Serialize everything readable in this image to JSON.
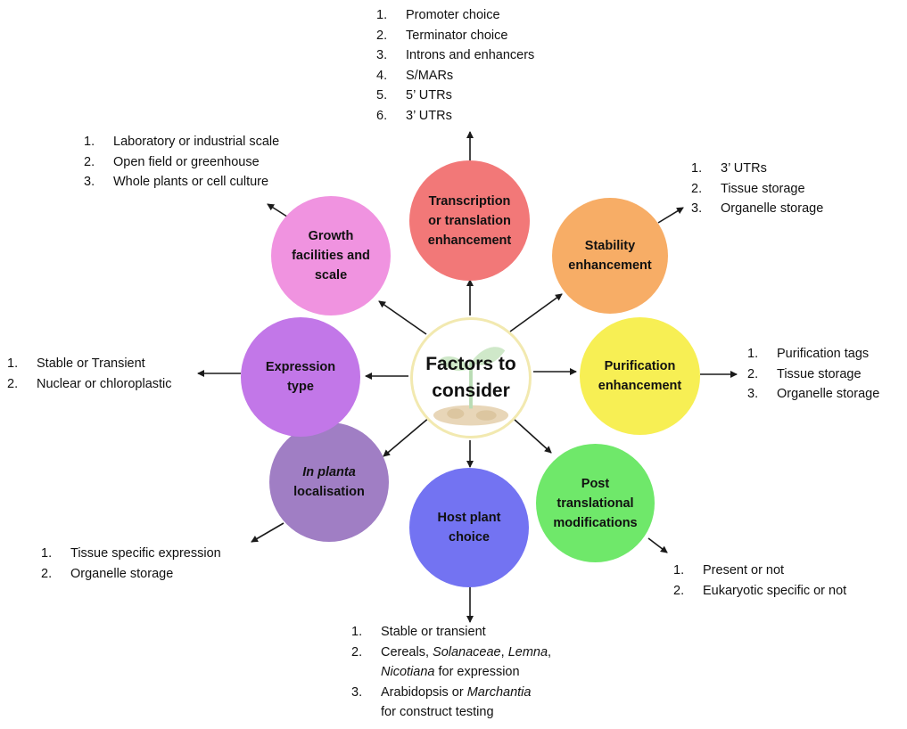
{
  "center": {
    "line1": "Factors to",
    "line2": "consider"
  },
  "circles": {
    "transcription": {
      "lines": [
        "Transcription",
        "or translation",
        "enhancement"
      ],
      "color": "#f27878"
    },
    "stability": {
      "lines": [
        "Stability",
        "enhancement"
      ],
      "color": "#f7ad66"
    },
    "purification": {
      "lines": [
        "Purification",
        "enhancement"
      ],
      "color": "#f7ef54"
    },
    "post_translational": {
      "lines": [
        "Post",
        "translational",
        "modifications"
      ],
      "color": "#6fe86a"
    },
    "host_plant": {
      "lines": [
        "Host plant",
        "choice"
      ],
      "color": "#7373f2"
    },
    "in_planta": {
      "italic": "In planta",
      "rest": "localisation",
      "color": "#a07ec4"
    },
    "expression_type": {
      "lines": [
        "Expression",
        "type"
      ],
      "color": "#c277e8"
    },
    "growth": {
      "lines": [
        "Growth",
        "facilities and",
        "scale"
      ],
      "color": "#f093e0"
    }
  },
  "lists": {
    "transcription": [
      "Promoter choice",
      "Terminator choice",
      "Introns and enhancers",
      "S/MARs",
      "5’ UTRs",
      "3’ UTRs"
    ],
    "stability": [
      "3’ UTRs",
      "Tissue storage",
      "Organelle storage"
    ],
    "purification": [
      "Purification tags",
      "Tissue storage",
      "Organelle storage"
    ],
    "post_translational": [
      "Present or not",
      "Eukaryotic specific or not"
    ],
    "host_plant": {
      "item1": "Stable or transient",
      "item2": [
        "Cereals, ",
        "Solanaceae",
        ", ",
        "Lemna",
        ",",
        "Nicotiana",
        " for expression"
      ],
      "item3": [
        "Arabidopsis or ",
        "Marchantia",
        " for construct testing"
      ]
    },
    "in_planta": [
      "Tissue specific expression",
      "Organelle storage"
    ],
    "expression_type": [
      "Stable or Transient",
      "Nuclear or chloroplastic"
    ],
    "growth": [
      "Laboratory or industrial scale",
      "Open field or greenhouse",
      "Whole plants or cell culture"
    ]
  },
  "numbers": [
    "1.",
    "2.",
    "3.",
    "4.",
    "5.",
    "6."
  ]
}
